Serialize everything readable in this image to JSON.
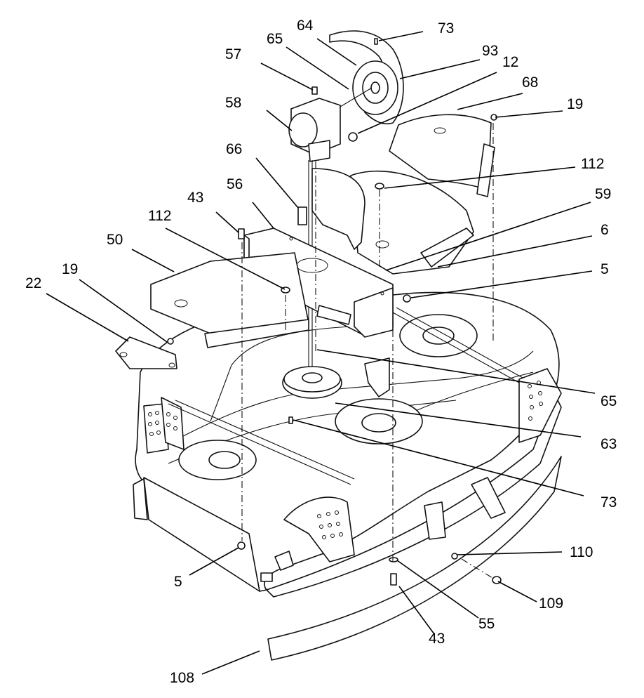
{
  "diagram": {
    "callouts": [
      {
        "id": "c73a",
        "label": "73"
      },
      {
        "id": "c64",
        "label": "64"
      },
      {
        "id": "c65a",
        "label": "65"
      },
      {
        "id": "c93",
        "label": "93"
      },
      {
        "id": "c12",
        "label": "12"
      },
      {
        "id": "c57",
        "label": "57"
      },
      {
        "id": "c68",
        "label": "68"
      },
      {
        "id": "c58",
        "label": "58"
      },
      {
        "id": "c19a",
        "label": "19"
      },
      {
        "id": "c66",
        "label": "66"
      },
      {
        "id": "c112a",
        "label": "112"
      },
      {
        "id": "c56",
        "label": "56"
      },
      {
        "id": "c43a",
        "label": "43"
      },
      {
        "id": "c59",
        "label": "59"
      },
      {
        "id": "c112b",
        "label": "112"
      },
      {
        "id": "c6",
        "label": "6"
      },
      {
        "id": "c50",
        "label": "50"
      },
      {
        "id": "c5a",
        "label": "5"
      },
      {
        "id": "c19b",
        "label": "19"
      },
      {
        "id": "c22",
        "label": "22"
      },
      {
        "id": "c65b",
        "label": "65"
      },
      {
        "id": "c63",
        "label": "63"
      },
      {
        "id": "c73b",
        "label": "73"
      },
      {
        "id": "c110",
        "label": "110"
      },
      {
        "id": "c5b",
        "label": "5"
      },
      {
        "id": "c109",
        "label": "109"
      },
      {
        "id": "c55",
        "label": "55"
      },
      {
        "id": "c43b",
        "label": "43"
      },
      {
        "id": "c108",
        "label": "108"
      }
    ]
  }
}
